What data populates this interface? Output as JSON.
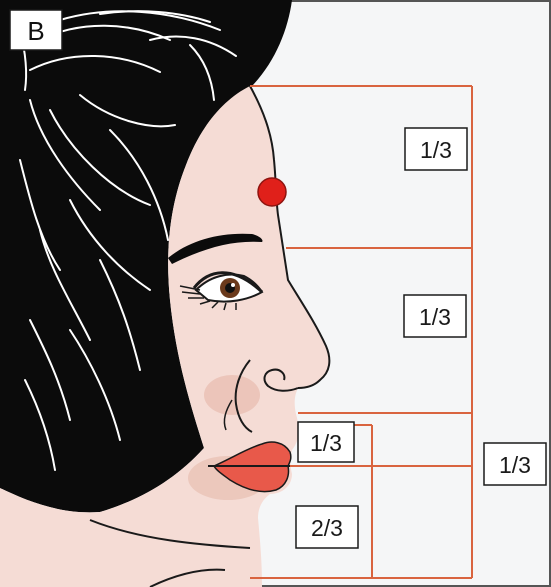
{
  "figure": {
    "panel_label": "B",
    "colors": {
      "background": "#f5f6f7",
      "skin": "#f5dcd5",
      "skin_shadow": "#e4b3a4",
      "hair": "#0b0b0b",
      "hair_lines": "#ffffff",
      "lips": "#e8594a",
      "bindi": "#e0201a",
      "guide_lines": "#d9643f",
      "outline": "#1a1a1a"
    },
    "proportions": {
      "upper_third": "1/3",
      "middle_third": "1/3",
      "lower_third": "1/3",
      "upper_lip": "1/3",
      "lower_lip_chin": "2/3"
    }
  }
}
